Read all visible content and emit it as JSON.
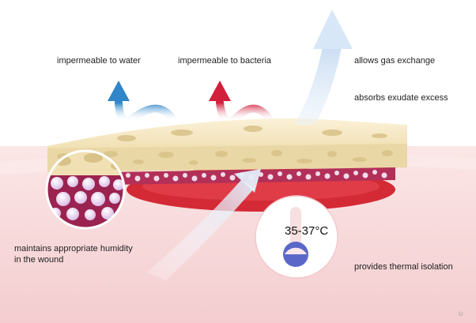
{
  "labels": {
    "water": "impermeable to water",
    "bacteria": "impermeable to bacteria",
    "gas": "allows gas exchange",
    "exudate": "absorbs exudate excess",
    "humidity": "maintains appropriate humidity in the wound",
    "thermal": "provides thermal isolation",
    "temperature": "35-37°C"
  },
  "arrows": {
    "water": {
      "color": "#2f86c8",
      "name": "water-repelled-arrow"
    },
    "bacteria": {
      "color": "#d21f3c",
      "name": "bacteria-repelled-arrow"
    },
    "gas": {
      "color": "#d7e7f7",
      "name": "gas-exchange-arrow"
    }
  },
  "colors": {
    "skin": "#f6d6d8",
    "wound": "#d42a36",
    "foam": "#f1e2b8",
    "bubbles": "#9b2350",
    "thermometer": "#5b67c8"
  },
  "watermark": "☺"
}
